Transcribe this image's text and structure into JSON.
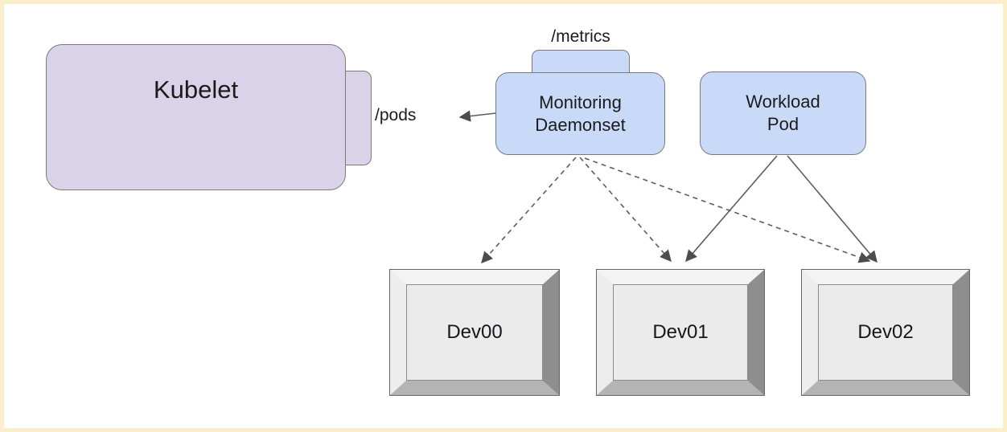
{
  "diagram": {
    "description": "Kubernetes monitoring daemonset device topology diagram",
    "nodes": {
      "kubelet": {
        "label": "Kubelet"
      },
      "pods_endpoint": {
        "label": "/pods"
      },
      "metrics_endpoint": {
        "label": "/metrics"
      },
      "monitoring_daemonset": {
        "label_line1": "Monitoring",
        "label_line2": "Daemonset"
      },
      "workload_pod": {
        "label_line1": "Workload",
        "label_line2": "Pod"
      },
      "devices": [
        {
          "label": "Dev00"
        },
        {
          "label": "Dev01"
        },
        {
          "label": "Dev02"
        }
      ]
    },
    "edges": [
      {
        "from": "monitoring_daemonset",
        "to": "pods_endpoint",
        "style": "solid",
        "arrow": "end"
      },
      {
        "from": "monitoring_daemonset",
        "to": "Dev00",
        "style": "dashed",
        "arrow": "end"
      },
      {
        "from": "monitoring_daemonset",
        "to": "Dev01",
        "style": "dashed",
        "arrow": "end"
      },
      {
        "from": "monitoring_daemonset",
        "to": "Dev02",
        "style": "dashed",
        "arrow": "end"
      },
      {
        "from": "workload_pod",
        "to": "Dev01",
        "style": "solid",
        "arrow": "end"
      },
      {
        "from": "workload_pod",
        "to": "Dev02",
        "style": "solid",
        "arrow": "end"
      }
    ],
    "colors": {
      "frame": "#faeecb",
      "kubelet_fill": "#d9d2e9",
      "pod_fill": "#c9daf8",
      "box_border": "#7a7a7a",
      "arrow_line": "#5c5c5c",
      "arrow_head": "#4d4d4d",
      "keycap_face": "#ebebeb"
    }
  }
}
